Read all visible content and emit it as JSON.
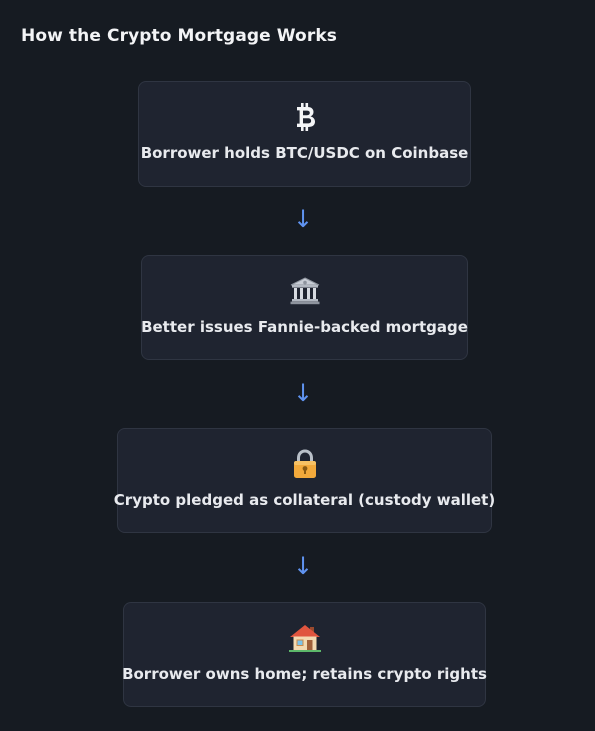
{
  "title": "How the Crypto Mortgage Works",
  "colors": {
    "background": "#161b22",
    "card": "#1f2430",
    "card_border": "#2f3542",
    "text": "#e8eaee",
    "arrow": "#5f93f0"
  },
  "steps": [
    {
      "icon": "bitcoin-icon",
      "label": "Borrower holds BTC/USDC on Coinbase"
    },
    {
      "icon": "bank-icon",
      "label": "Better issues Fannie-backed mortgage"
    },
    {
      "icon": "lock-icon",
      "label": "Crypto pledged as collateral (custody wallet)"
    },
    {
      "icon": "house-icon",
      "label": "Borrower owns home; retains crypto rights"
    }
  ],
  "arrow_glyph": "↓"
}
